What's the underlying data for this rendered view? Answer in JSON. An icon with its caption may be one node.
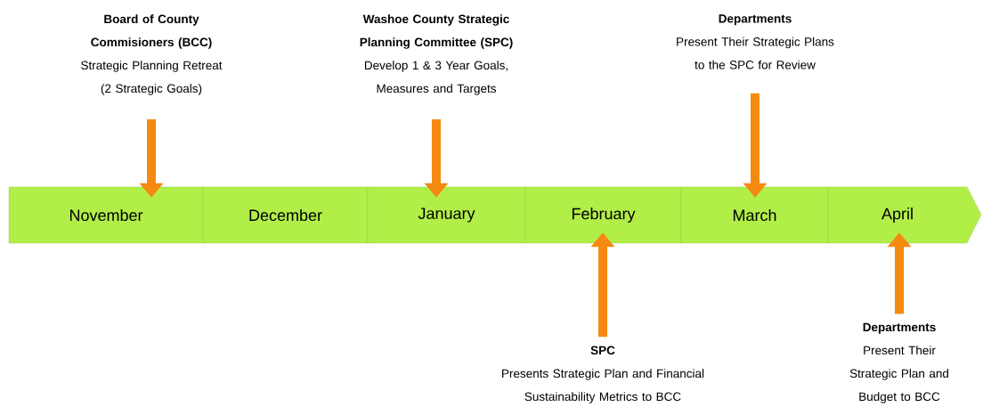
{
  "diagram": {
    "nodes": [
      {
        "text": [
          "November"
        ]
      },
      {
        "text": [
          "December"
        ]
      },
      {
        "text": [
          "January"
        ]
      },
      {
        "text": [
          "February"
        ]
      },
      {
        "text": [
          "March"
        ]
      },
      {
        "text": [
          "April"
        ]
      },
      {
        "text": [
          "Board of County Commisioners (BCC)",
          "Strategic Planning Retreat (2 Strategic Goals)"
        ]
      },
      {
        "text": [
          "Washoe County Strategic Planning Committee (SPC)",
          "Develop 1 & 3 Year Goals, Measures and Targets"
        ]
      },
      {
        "text": [
          "Departments",
          "Present Their Strategic Plans to the SPC for Review"
        ]
      },
      {
        "text": [
          "SPC",
          "Presents Strategic Plan and Financial Sustainability Metrics to BCC"
        ]
      },
      {
        "text": [
          "Departments",
          "Present Their Strategic Plan and Budget to BCC"
        ]
      }
    ],
    "edges": [
      {
        "from": 6,
        "to": 0,
        "arrow": "to"
      },
      {
        "from": 7,
        "to": 2,
        "arrow": "to"
      },
      {
        "from": 8,
        "to": 4,
        "arrow": "to"
      },
      {
        "from": 9,
        "to": 3,
        "arrow": "to"
      },
      {
        "from": 10,
        "to": 5,
        "arrow": "to"
      }
    ]
  }
}
